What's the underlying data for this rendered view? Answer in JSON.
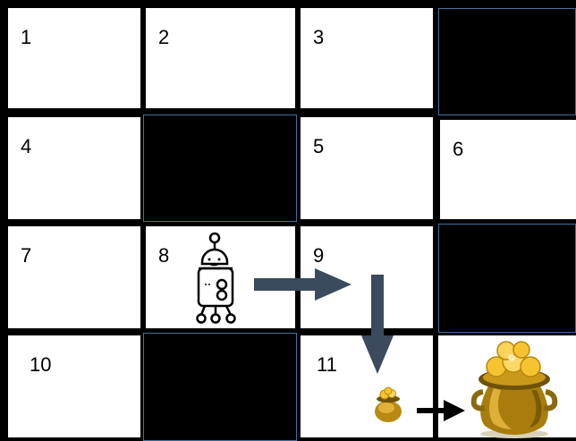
{
  "grid": {
    "rows": 4,
    "cols": 4,
    "cells": [
      {
        "label": "1",
        "blocked": false
      },
      {
        "label": "2",
        "blocked": false
      },
      {
        "label": "3",
        "blocked": false
      },
      {
        "label": "",
        "blocked": true
      },
      {
        "label": "4",
        "blocked": false
      },
      {
        "label": "",
        "blocked": true
      },
      {
        "label": "5",
        "blocked": false
      },
      {
        "label": "6",
        "blocked": false
      },
      {
        "label": "7",
        "blocked": false
      },
      {
        "label": "8",
        "blocked": false
      },
      {
        "label": "9",
        "blocked": false
      },
      {
        "label": "",
        "blocked": true
      },
      {
        "label": "10",
        "blocked": false
      },
      {
        "label": "",
        "blocked": true
      },
      {
        "label": "11",
        "blocked": false
      },
      {
        "label": "",
        "blocked": false
      }
    ]
  },
  "colors": {
    "wall": "#000000",
    "wall_border": "#41719c",
    "arrow": "#3b4a5c",
    "gold": "#e8a317",
    "pot": "#8a6a10"
  },
  "agent": {
    "icon": "robot-icon",
    "cell": "8"
  },
  "path_arrows": [
    "right",
    "down"
  ],
  "small_reward": {
    "icon": "small-pot-of-gold-icon",
    "cell": "11"
  },
  "goal": {
    "icon": "pot-of-gold-icon"
  }
}
